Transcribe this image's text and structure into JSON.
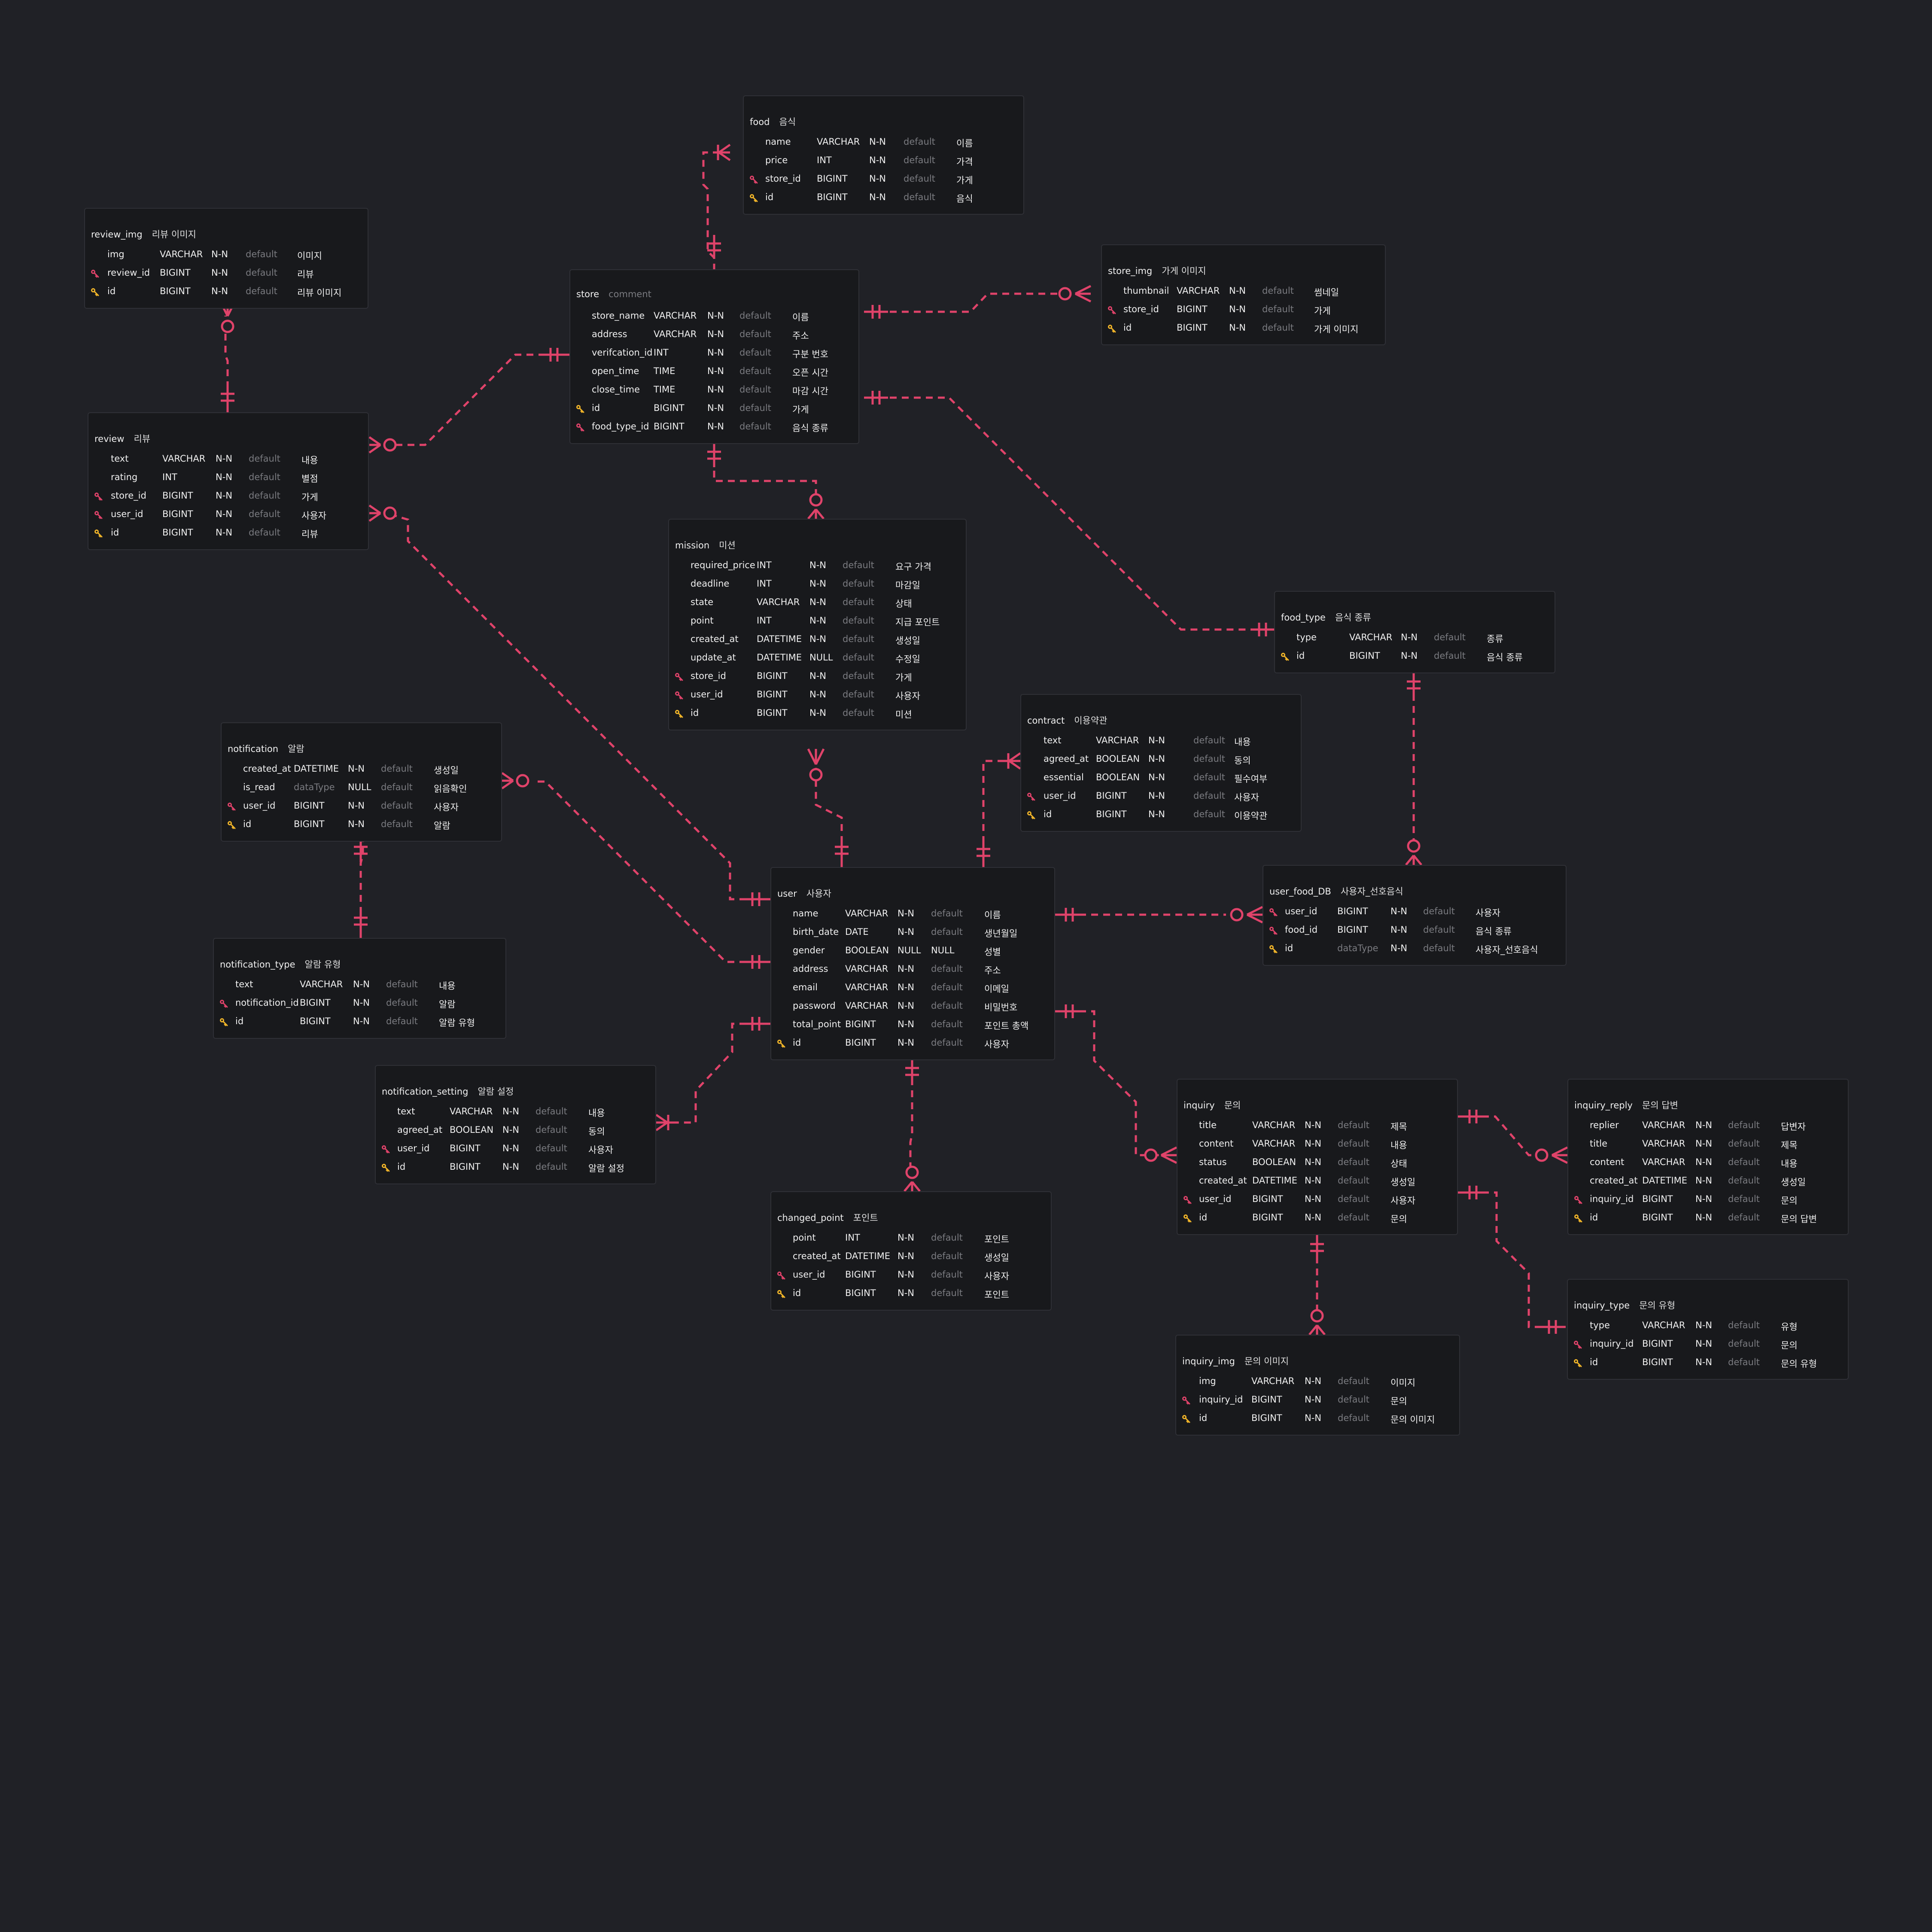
{
  "colors": {
    "background": "#202126",
    "table_bg": "#18191c",
    "edge": "#e0436a",
    "pk_icon": "#f0b429",
    "fk_icon": "#e0436a"
  },
  "tables": {
    "food": {
      "name": "food",
      "comment": "음식",
      "cols": [
        {
          "key": "",
          "name": "name",
          "type": "VARCHAR",
          "nn": "N-N",
          "def": "default",
          "comment": "이름"
        },
        {
          "key": "",
          "name": "price",
          "type": "INT",
          "nn": "N-N",
          "def": "default",
          "comment": "가격"
        },
        {
          "key": "fk",
          "name": "store_id",
          "type": "BIGINT",
          "nn": "N-N",
          "def": "default",
          "comment": "가게"
        },
        {
          "key": "pk",
          "name": "id",
          "type": "BIGINT",
          "nn": "N-N",
          "def": "default",
          "comment": "음식"
        }
      ]
    },
    "review_img": {
      "name": "review_img",
      "comment": "리뷰 이미지",
      "cols": [
        {
          "key": "",
          "name": "img",
          "type": "VARCHAR",
          "nn": "N-N",
          "def": "default",
          "comment": "이미지"
        },
        {
          "key": "fk",
          "name": "review_id",
          "type": "BIGINT",
          "nn": "N-N",
          "def": "default",
          "comment": "리뷰"
        },
        {
          "key": "pk",
          "name": "id",
          "type": "BIGINT",
          "nn": "N-N",
          "def": "default",
          "comment": "리뷰 이미지"
        }
      ]
    },
    "store": {
      "name": "store",
      "comment": "comment",
      "cols": [
        {
          "key": "",
          "name": "store_name",
          "type": "VARCHAR",
          "nn": "N-N",
          "def": "default",
          "comment": "이름"
        },
        {
          "key": "",
          "name": "address",
          "type": "VARCHAR",
          "nn": "N-N",
          "def": "default",
          "comment": "주소"
        },
        {
          "key": "",
          "name": "verifcation_id",
          "type": "INT",
          "nn": "N-N",
          "def": "default",
          "comment": "구분 번호"
        },
        {
          "key": "",
          "name": "open_time",
          "type": "TIME",
          "nn": "N-N",
          "def": "default",
          "comment": "오픈 시간"
        },
        {
          "key": "",
          "name": "close_time",
          "type": "TIME",
          "nn": "N-N",
          "def": "default",
          "comment": "마감 시간"
        },
        {
          "key": "pk",
          "name": "id",
          "type": "BIGINT",
          "nn": "N-N",
          "def": "default",
          "comment": "가게"
        },
        {
          "key": "fk",
          "name": "food_type_id",
          "type": "BIGINT",
          "nn": "N-N",
          "def": "default",
          "comment": "음식 종류"
        }
      ]
    },
    "store_img": {
      "name": "store_img",
      "comment": "가게 이미지",
      "cols": [
        {
          "key": "",
          "name": "thumbnail",
          "type": "VARCHAR",
          "nn": "N-N",
          "def": "default",
          "comment": "썸네일"
        },
        {
          "key": "fk",
          "name": "store_id",
          "type": "BIGINT",
          "nn": "N-N",
          "def": "default",
          "comment": "가게"
        },
        {
          "key": "pk",
          "name": "id",
          "type": "BIGINT",
          "nn": "N-N",
          "def": "default",
          "comment": "가게 이미지"
        }
      ]
    },
    "review": {
      "name": "review",
      "comment": "리뷰",
      "cols": [
        {
          "key": "",
          "name": "text",
          "type": "VARCHAR",
          "nn": "N-N",
          "def": "default",
          "comment": "내용"
        },
        {
          "key": "",
          "name": "rating",
          "type": "INT",
          "nn": "N-N",
          "def": "default",
          "comment": "별점"
        },
        {
          "key": "fk",
          "name": "store_id",
          "type": "BIGINT",
          "nn": "N-N",
          "def": "default",
          "comment": "가게"
        },
        {
          "key": "fk",
          "name": "user_id",
          "type": "BIGINT",
          "nn": "N-N",
          "def": "default",
          "comment": "사용자"
        },
        {
          "key": "pk",
          "name": "id",
          "type": "BIGINT",
          "nn": "N-N",
          "def": "default",
          "comment": "리뷰"
        }
      ]
    },
    "mission": {
      "name": "mission",
      "comment": "미션",
      "cols": [
        {
          "key": "",
          "name": "required_price",
          "type": "INT",
          "nn": "N-N",
          "def": "default",
          "comment": "요구 가격"
        },
        {
          "key": "",
          "name": "deadline",
          "type": "INT",
          "nn": "N-N",
          "def": "default",
          "comment": "마감일"
        },
        {
          "key": "",
          "name": "state",
          "type": "VARCHAR",
          "nn": "N-N",
          "def": "default",
          "comment": "상태"
        },
        {
          "key": "",
          "name": "point",
          "type": "INT",
          "nn": "N-N",
          "def": "default",
          "comment": "지급 포인트"
        },
        {
          "key": "",
          "name": "created_at",
          "type": "DATETIME",
          "nn": "N-N",
          "def": "default",
          "comment": "생성일"
        },
        {
          "key": "",
          "name": "update_at",
          "type": "DATETIME",
          "nn": "NULL",
          "def": "default",
          "comment": "수정일"
        },
        {
          "key": "fk",
          "name": "store_id",
          "type": "BIGINT",
          "nn": "N-N",
          "def": "default",
          "comment": "가게"
        },
        {
          "key": "fk",
          "name": "user_id",
          "type": "BIGINT",
          "nn": "N-N",
          "def": "default",
          "comment": "사용자"
        },
        {
          "key": "pk",
          "name": "id",
          "type": "BIGINT",
          "nn": "N-N",
          "def": "default",
          "comment": "미션"
        }
      ]
    },
    "food_type": {
      "name": "food_type",
      "comment": "음식 종류",
      "cols": [
        {
          "key": "",
          "name": "type",
          "type": "VARCHAR",
          "nn": "N-N",
          "def": "default",
          "comment": "종류"
        },
        {
          "key": "pk",
          "name": "id",
          "type": "BIGINT",
          "nn": "N-N",
          "def": "default",
          "comment": "음식 종류"
        }
      ]
    },
    "contract": {
      "name": "contract",
      "comment": "이용약관",
      "cols": [
        {
          "key": "",
          "name": "text",
          "type": "VARCHAR",
          "nn": "N-N",
          "def": "default",
          "comment": "내용"
        },
        {
          "key": "",
          "name": "agreed_at",
          "type": "BOOLEAN",
          "nn": "N-N",
          "def": "default",
          "comment": "동의"
        },
        {
          "key": "",
          "name": "essential",
          "type": "BOOLEAN",
          "nn": "N-N",
          "def": "default",
          "comment": "필수여부"
        },
        {
          "key": "fk",
          "name": "user_id",
          "type": "BIGINT",
          "nn": "N-N",
          "def": "default",
          "comment": "사용자"
        },
        {
          "key": "pk",
          "name": "id",
          "type": "BIGINT",
          "nn": "N-N",
          "def": "default",
          "comment": "이용약관"
        }
      ]
    },
    "notification": {
      "name": "notification",
      "comment": "알람",
      "cols": [
        {
          "key": "",
          "name": "created_at",
          "type": "DATETIME",
          "nn": "N-N",
          "def": "default",
          "comment": "생성일"
        },
        {
          "key": "",
          "name": "is_read",
          "type": "dataType",
          "nn": "NULL",
          "def": "default",
          "comment": "읽음확인"
        },
        {
          "key": "fk",
          "name": "user_id",
          "type": "BIGINT",
          "nn": "N-N",
          "def": "default",
          "comment": "사용자"
        },
        {
          "key": "pk",
          "name": "id",
          "type": "BIGINT",
          "nn": "N-N",
          "def": "default",
          "comment": "알람"
        }
      ]
    },
    "user": {
      "name": "user",
      "comment": "사용자",
      "cols": [
        {
          "key": "",
          "name": "name",
          "type": "VARCHAR",
          "nn": "N-N",
          "def": "default",
          "comment": "이름"
        },
        {
          "key": "",
          "name": "birth_date",
          "type": "DATE",
          "nn": "N-N",
          "def": "default",
          "comment": "생년월일"
        },
        {
          "key": "",
          "name": "gender",
          "type": "BOOLEAN",
          "nn": "NULL",
          "def": "NULL",
          "comment": "성별"
        },
        {
          "key": "",
          "name": "address",
          "type": "VARCHAR",
          "nn": "N-N",
          "def": "default",
          "comment": "주소"
        },
        {
          "key": "",
          "name": "email",
          "type": "VARCHAR",
          "nn": "N-N",
          "def": "default",
          "comment": "이메일"
        },
        {
          "key": "",
          "name": "password",
          "type": "VARCHAR",
          "nn": "N-N",
          "def": "default",
          "comment": "비밀번호"
        },
        {
          "key": "",
          "name": "total_point",
          "type": "BIGINT",
          "nn": "N-N",
          "def": "default",
          "comment": "포인트 총액"
        },
        {
          "key": "pk",
          "name": "id",
          "type": "BIGINT",
          "nn": "N-N",
          "def": "default",
          "comment": "사용자"
        }
      ]
    },
    "user_food_DB": {
      "name": "user_food_DB",
      "comment": "사용자_선호음식",
      "cols": [
        {
          "key": "fk",
          "name": "user_id",
          "type": "BIGINT",
          "nn": "N-N",
          "def": "default",
          "comment": "사용자"
        },
        {
          "key": "fk",
          "name": "food_id",
          "type": "BIGINT",
          "nn": "N-N",
          "def": "default",
          "comment": "음식 종류"
        },
        {
          "key": "pk",
          "name": "id",
          "type": "dataType",
          "nn": "N-N",
          "def": "default",
          "comment": "사용자_선호음식"
        }
      ]
    },
    "notification_type": {
      "name": "notification_type",
      "comment": "알람 유형",
      "cols": [
        {
          "key": "",
          "name": "text",
          "type": "VARCHAR",
          "nn": "N-N",
          "def": "default",
          "comment": "내용"
        },
        {
          "key": "fk",
          "name": "notification_id",
          "type": "BIGINT",
          "nn": "N-N",
          "def": "default",
          "comment": "알람"
        },
        {
          "key": "pk",
          "name": "id",
          "type": "BIGINT",
          "nn": "N-N",
          "def": "default",
          "comment": "알람 유형"
        }
      ]
    },
    "notification_setting": {
      "name": "notification_setting",
      "comment": "알람 설정",
      "cols": [
        {
          "key": "",
          "name": "text",
          "type": "VARCHAR",
          "nn": "N-N",
          "def": "default",
          "comment": "내용"
        },
        {
          "key": "",
          "name": "agreed_at",
          "type": "BOOLEAN",
          "nn": "N-N",
          "def": "default",
          "comment": "동의"
        },
        {
          "key": "fk",
          "name": "user_id",
          "type": "BIGINT",
          "nn": "N-N",
          "def": "default",
          "comment": "사용자"
        },
        {
          "key": "pk",
          "name": "id",
          "type": "BIGINT",
          "nn": "N-N",
          "def": "default",
          "comment": "알람 설정"
        }
      ]
    },
    "inquiry": {
      "name": "inquiry",
      "comment": "문의",
      "cols": [
        {
          "key": "",
          "name": "title",
          "type": "VARCHAR",
          "nn": "N-N",
          "def": "default",
          "comment": "제목"
        },
        {
          "key": "",
          "name": "content",
          "type": "VARCHAR",
          "nn": "N-N",
          "def": "default",
          "comment": "내용"
        },
        {
          "key": "",
          "name": "status",
          "type": "BOOLEAN",
          "nn": "N-N",
          "def": "default",
          "comment": "상태"
        },
        {
          "key": "",
          "name": "created_at",
          "type": "DATETIME",
          "nn": "N-N",
          "def": "default",
          "comment": "생성일"
        },
        {
          "key": "fk",
          "name": "user_id",
          "type": "BIGINT",
          "nn": "N-N",
          "def": "default",
          "comment": "사용자"
        },
        {
          "key": "pk",
          "name": "id",
          "type": "BIGINT",
          "nn": "N-N",
          "def": "default",
          "comment": "문의"
        }
      ]
    },
    "inquiry_reply": {
      "name": "inquiry_reply",
      "comment": "문의 답변",
      "cols": [
        {
          "key": "",
          "name": "replier",
          "type": "VARCHAR",
          "nn": "N-N",
          "def": "default",
          "comment": "답변자"
        },
        {
          "key": "",
          "name": "title",
          "type": "VARCHAR",
          "nn": "N-N",
          "def": "default",
          "comment": "제목"
        },
        {
          "key": "",
          "name": "content",
          "type": "VARCHAR",
          "nn": "N-N",
          "def": "default",
          "comment": "내용"
        },
        {
          "key": "",
          "name": "created_at",
          "type": "DATETIME",
          "nn": "N-N",
          "def": "default",
          "comment": "생성일"
        },
        {
          "key": "fk",
          "name": "inquiry_id",
          "type": "BIGINT",
          "nn": "N-N",
          "def": "default",
          "comment": "문의"
        },
        {
          "key": "pk",
          "name": "id",
          "type": "BIGINT",
          "nn": "N-N",
          "def": "default",
          "comment": "문의 답변"
        }
      ]
    },
    "changed_point": {
      "name": "changed_point",
      "comment": "포인트",
      "cols": [
        {
          "key": "",
          "name": "point",
          "type": "INT",
          "nn": "N-N",
          "def": "default",
          "comment": "포인트"
        },
        {
          "key": "",
          "name": "created_at",
          "type": "DATETIME",
          "nn": "N-N",
          "def": "default",
          "comment": "생성일"
        },
        {
          "key": "fk",
          "name": "user_id",
          "type": "BIGINT",
          "nn": "N-N",
          "def": "default",
          "comment": "사용자"
        },
        {
          "key": "pk",
          "name": "id",
          "type": "BIGINT",
          "nn": "N-N",
          "def": "default",
          "comment": "포인트"
        }
      ]
    },
    "inquiry_type": {
      "name": "inquiry_type",
      "comment": "문의 유형",
      "cols": [
        {
          "key": "",
          "name": "type",
          "type": "VARCHAR",
          "nn": "N-N",
          "def": "default",
          "comment": "유형"
        },
        {
          "key": "fk",
          "name": "inquiry_id",
          "type": "BIGINT",
          "nn": "N-N",
          "def": "default",
          "comment": "문의"
        },
        {
          "key": "pk",
          "name": "id",
          "type": "BIGINT",
          "nn": "N-N",
          "def": "default",
          "comment": "문의 유형"
        }
      ]
    },
    "inquiry_img": {
      "name": "inquiry_img",
      "comment": "문의 이미지",
      "cols": [
        {
          "key": "",
          "name": "img",
          "type": "VARCHAR",
          "nn": "N-N",
          "def": "default",
          "comment": "이미지"
        },
        {
          "key": "fk",
          "name": "inquiry_id",
          "type": "BIGINT",
          "nn": "N-N",
          "def": "default",
          "comment": "문의"
        },
        {
          "key": "pk",
          "name": "id",
          "type": "BIGINT",
          "nn": "N-N",
          "def": "default",
          "comment": "문의 이미지"
        }
      ]
    }
  },
  "relationships": [
    {
      "from": "store",
      "to": "food",
      "from_card": "one",
      "to_card": "many"
    },
    {
      "from": "store",
      "to": "store_img",
      "from_card": "one",
      "to_card": "zero-or-many"
    },
    {
      "from": "store",
      "to": "review",
      "from_card": "one",
      "to_card": "zero-or-many"
    },
    {
      "from": "review",
      "to": "review_img",
      "from_card": "one",
      "to_card": "zero-or-many"
    },
    {
      "from": "store",
      "to": "mission",
      "from_card": "one",
      "to_card": "zero-or-many"
    },
    {
      "from": "food_type",
      "to": "store",
      "from_card": "one",
      "to_card": "one"
    },
    {
      "from": "user",
      "to": "review",
      "from_card": "one",
      "to_card": "zero-or-many"
    },
    {
      "from": "user",
      "to": "mission",
      "from_card": "one",
      "to_card": "zero-or-many"
    },
    {
      "from": "user",
      "to": "contract",
      "from_card": "one",
      "to_card": "many"
    },
    {
      "from": "user",
      "to": "notification",
      "from_card": "one",
      "to_card": "zero-or-many"
    },
    {
      "from": "notification_type",
      "to": "notification",
      "from_card": "one",
      "to_card": "one"
    },
    {
      "from": "user",
      "to": "user_food_DB",
      "from_card": "one",
      "to_card": "zero-or-many"
    },
    {
      "from": "food_type",
      "to": "user_food_DB",
      "from_card": "one",
      "to_card": "zero-or-many"
    },
    {
      "from": "user",
      "to": "notification_setting",
      "from_card": "one",
      "to_card": "many"
    },
    {
      "from": "user",
      "to": "changed_point",
      "from_card": "one",
      "to_card": "zero-or-many"
    },
    {
      "from": "user",
      "to": "inquiry",
      "from_card": "one",
      "to_card": "zero-or-many"
    },
    {
      "from": "inquiry",
      "to": "inquiry_reply",
      "from_card": "one",
      "to_card": "zero-or-many"
    },
    {
      "from": "inquiry",
      "to": "inquiry_type",
      "from_card": "one",
      "to_card": "one"
    },
    {
      "from": "inquiry",
      "to": "inquiry_img",
      "from_card": "one",
      "to_card": "zero-or-many"
    }
  ]
}
